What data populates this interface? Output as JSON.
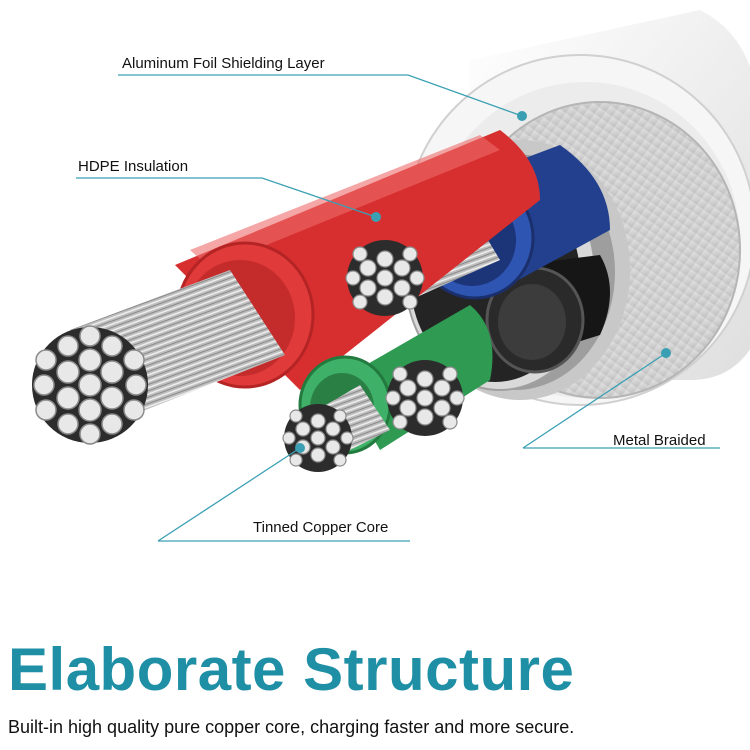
{
  "labels": {
    "foil": "Aluminum Foil Shielding Layer",
    "hdpe": "HDPE Insulation",
    "braid": "Metal Braided",
    "core": "Tinned Copper Core"
  },
  "headline": "Elaborate Structure",
  "tagline": "Built-in high quality pure copper core, charging faster and more secure.",
  "colors": {
    "accent": "#1f8fa5",
    "leader": "#3a9fb3",
    "wire_red": "#e03a3a",
    "wire_blue": "#23408f",
    "wire_green": "#2e9a52",
    "wire_black": "#1a1a1a",
    "jacket": "#f2f2f2"
  },
  "icons": [
    "cable-cross-section-illustration"
  ]
}
